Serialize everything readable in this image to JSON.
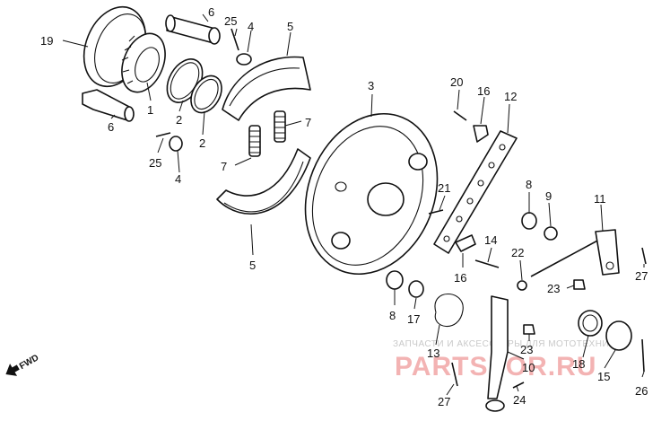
{
  "callouts": [
    "19",
    "6",
    "25",
    "4",
    "5",
    "1",
    "2",
    "2",
    "6",
    "25",
    "4",
    "7",
    "7",
    "5",
    "3",
    "20",
    "16",
    "12",
    "21",
    "8",
    "9",
    "11",
    "14",
    "22",
    "16",
    "27",
    "23",
    "8",
    "17",
    "13",
    "23",
    "10",
    "18",
    "15",
    "27",
    "24",
    "26"
  ],
  "watermark": {
    "caption": "ЗАПЧАСТИ И АКСЕССУАРЫ ДЛЯ МОТОТЕХНИКИ",
    "brand": "PARTSFOR.RU"
  },
  "direction_marker": "FWD",
  "colors": {
    "line": "#111111",
    "watermark_text": "#c9c9c9",
    "watermark_brand": "#f3b3b3"
  }
}
